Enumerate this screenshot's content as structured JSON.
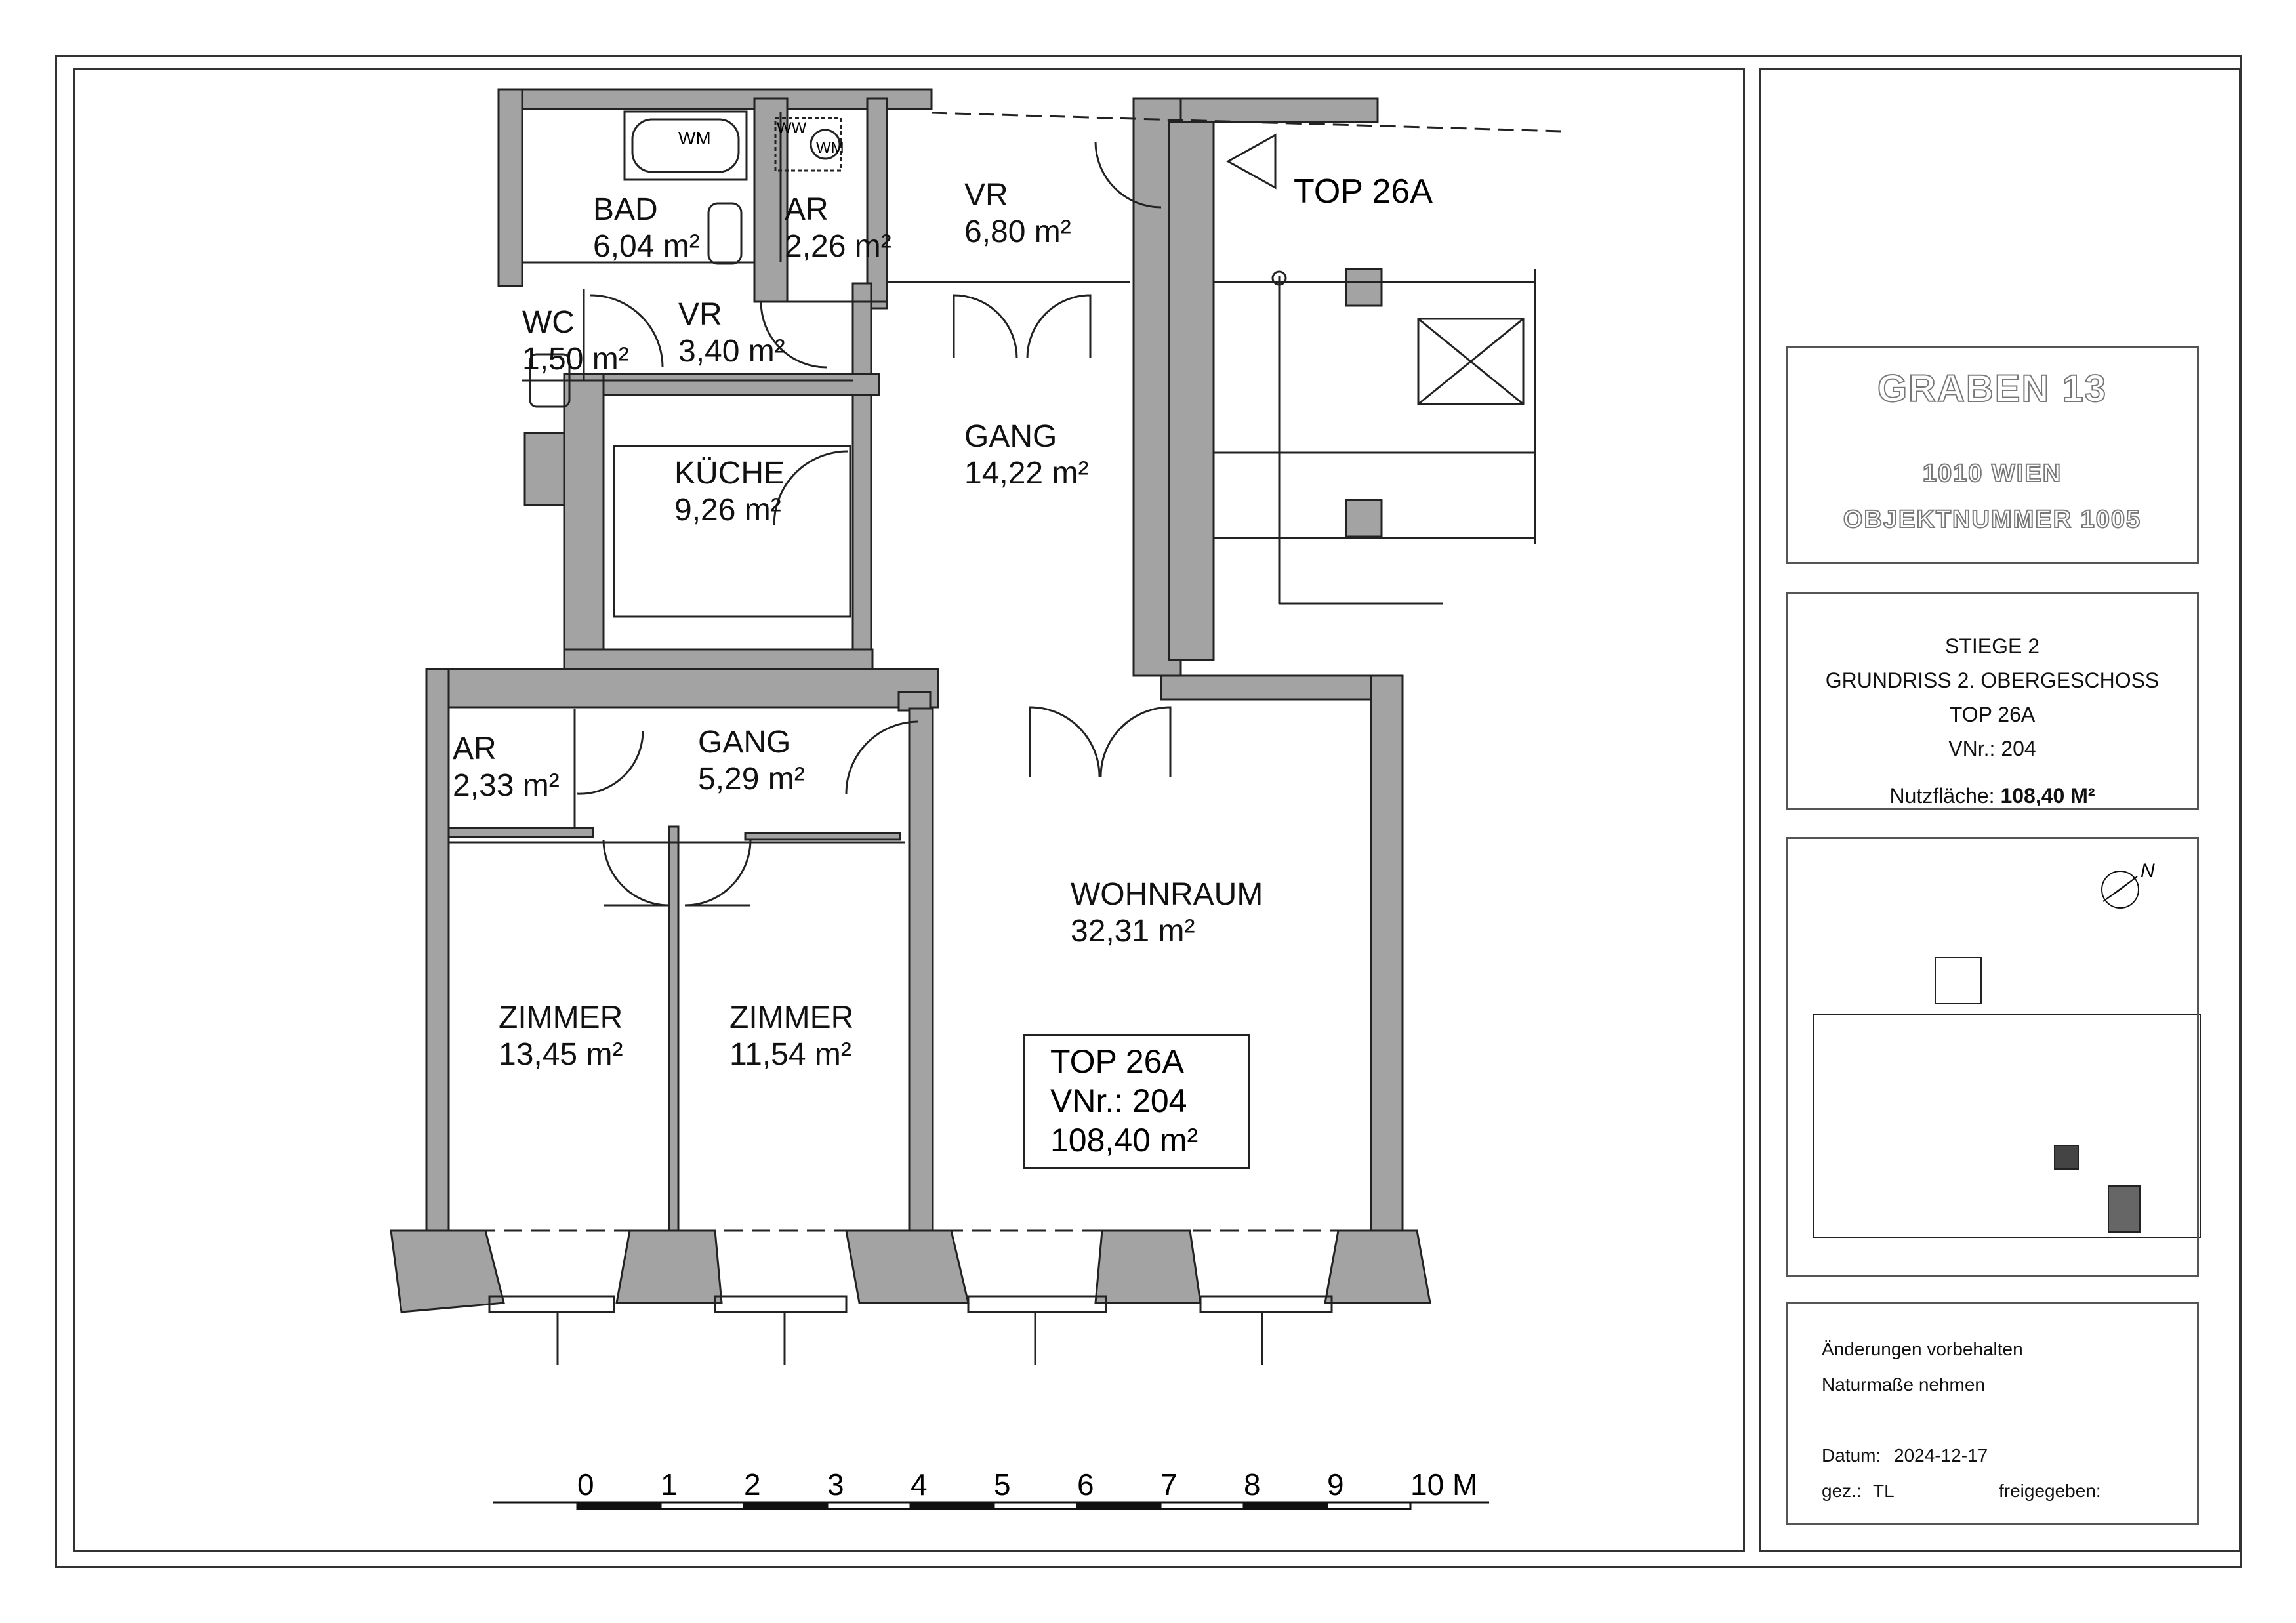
{
  "rooms": [
    {
      "name": "BAD",
      "area": "6,04 m²"
    },
    {
      "name": "AR",
      "area": "2,26 m²"
    },
    {
      "name": "VR",
      "area": "6,80 m²"
    },
    {
      "name": "WC",
      "area": "1,50 m²"
    },
    {
      "name": "VR",
      "area": "3,40 m²"
    },
    {
      "name": "KÜCHE",
      "area": "9,26 m²"
    },
    {
      "name": "GANG",
      "area": "14,22 m²"
    },
    {
      "name": "AR",
      "area": "2,33 m²"
    },
    {
      "name": "GANG",
      "area": "5,29 m²"
    },
    {
      "name": "WOHNRAUM",
      "area": "32,31 m²"
    },
    {
      "name": "ZIMMER",
      "area": "13,45 m²"
    },
    {
      "name": "ZIMMER",
      "area": "11,54 m²"
    }
  ],
  "fixtures": {
    "wm1": "WM",
    "wm2": "WM",
    "ww": "WW"
  },
  "stair_label": "TOP 26A",
  "unit_box": {
    "line1": "TOP 26A",
    "line2": "VNr.: 204",
    "line3": "108,40 m²"
  },
  "scale_bar": {
    "labels": [
      "0",
      "1",
      "2",
      "3",
      "4",
      "5",
      "6",
      "7",
      "8",
      "9",
      "10 M"
    ]
  },
  "title_block": {
    "address": "GRABEN 13",
    "city": "1010 WIEN",
    "object": "OBJEKTNUMMER 1005",
    "stair": "STIEGE 2",
    "plan": "GRUNDRISS 2. OBERGESCHOSS",
    "top": "TOP 26A",
    "vnr": "VNr.: 204",
    "area_label": "Nutzfläche:",
    "area_value": "108,40 M²",
    "north": "N",
    "note1": "Änderungen vorbehalten",
    "note2": "Naturmaße nehmen",
    "date_label": "Datum:",
    "date_value": "2024-12-17",
    "drawn_label": "gez.:",
    "drawn_value": "TL",
    "approved_label": "freigegeben:"
  }
}
